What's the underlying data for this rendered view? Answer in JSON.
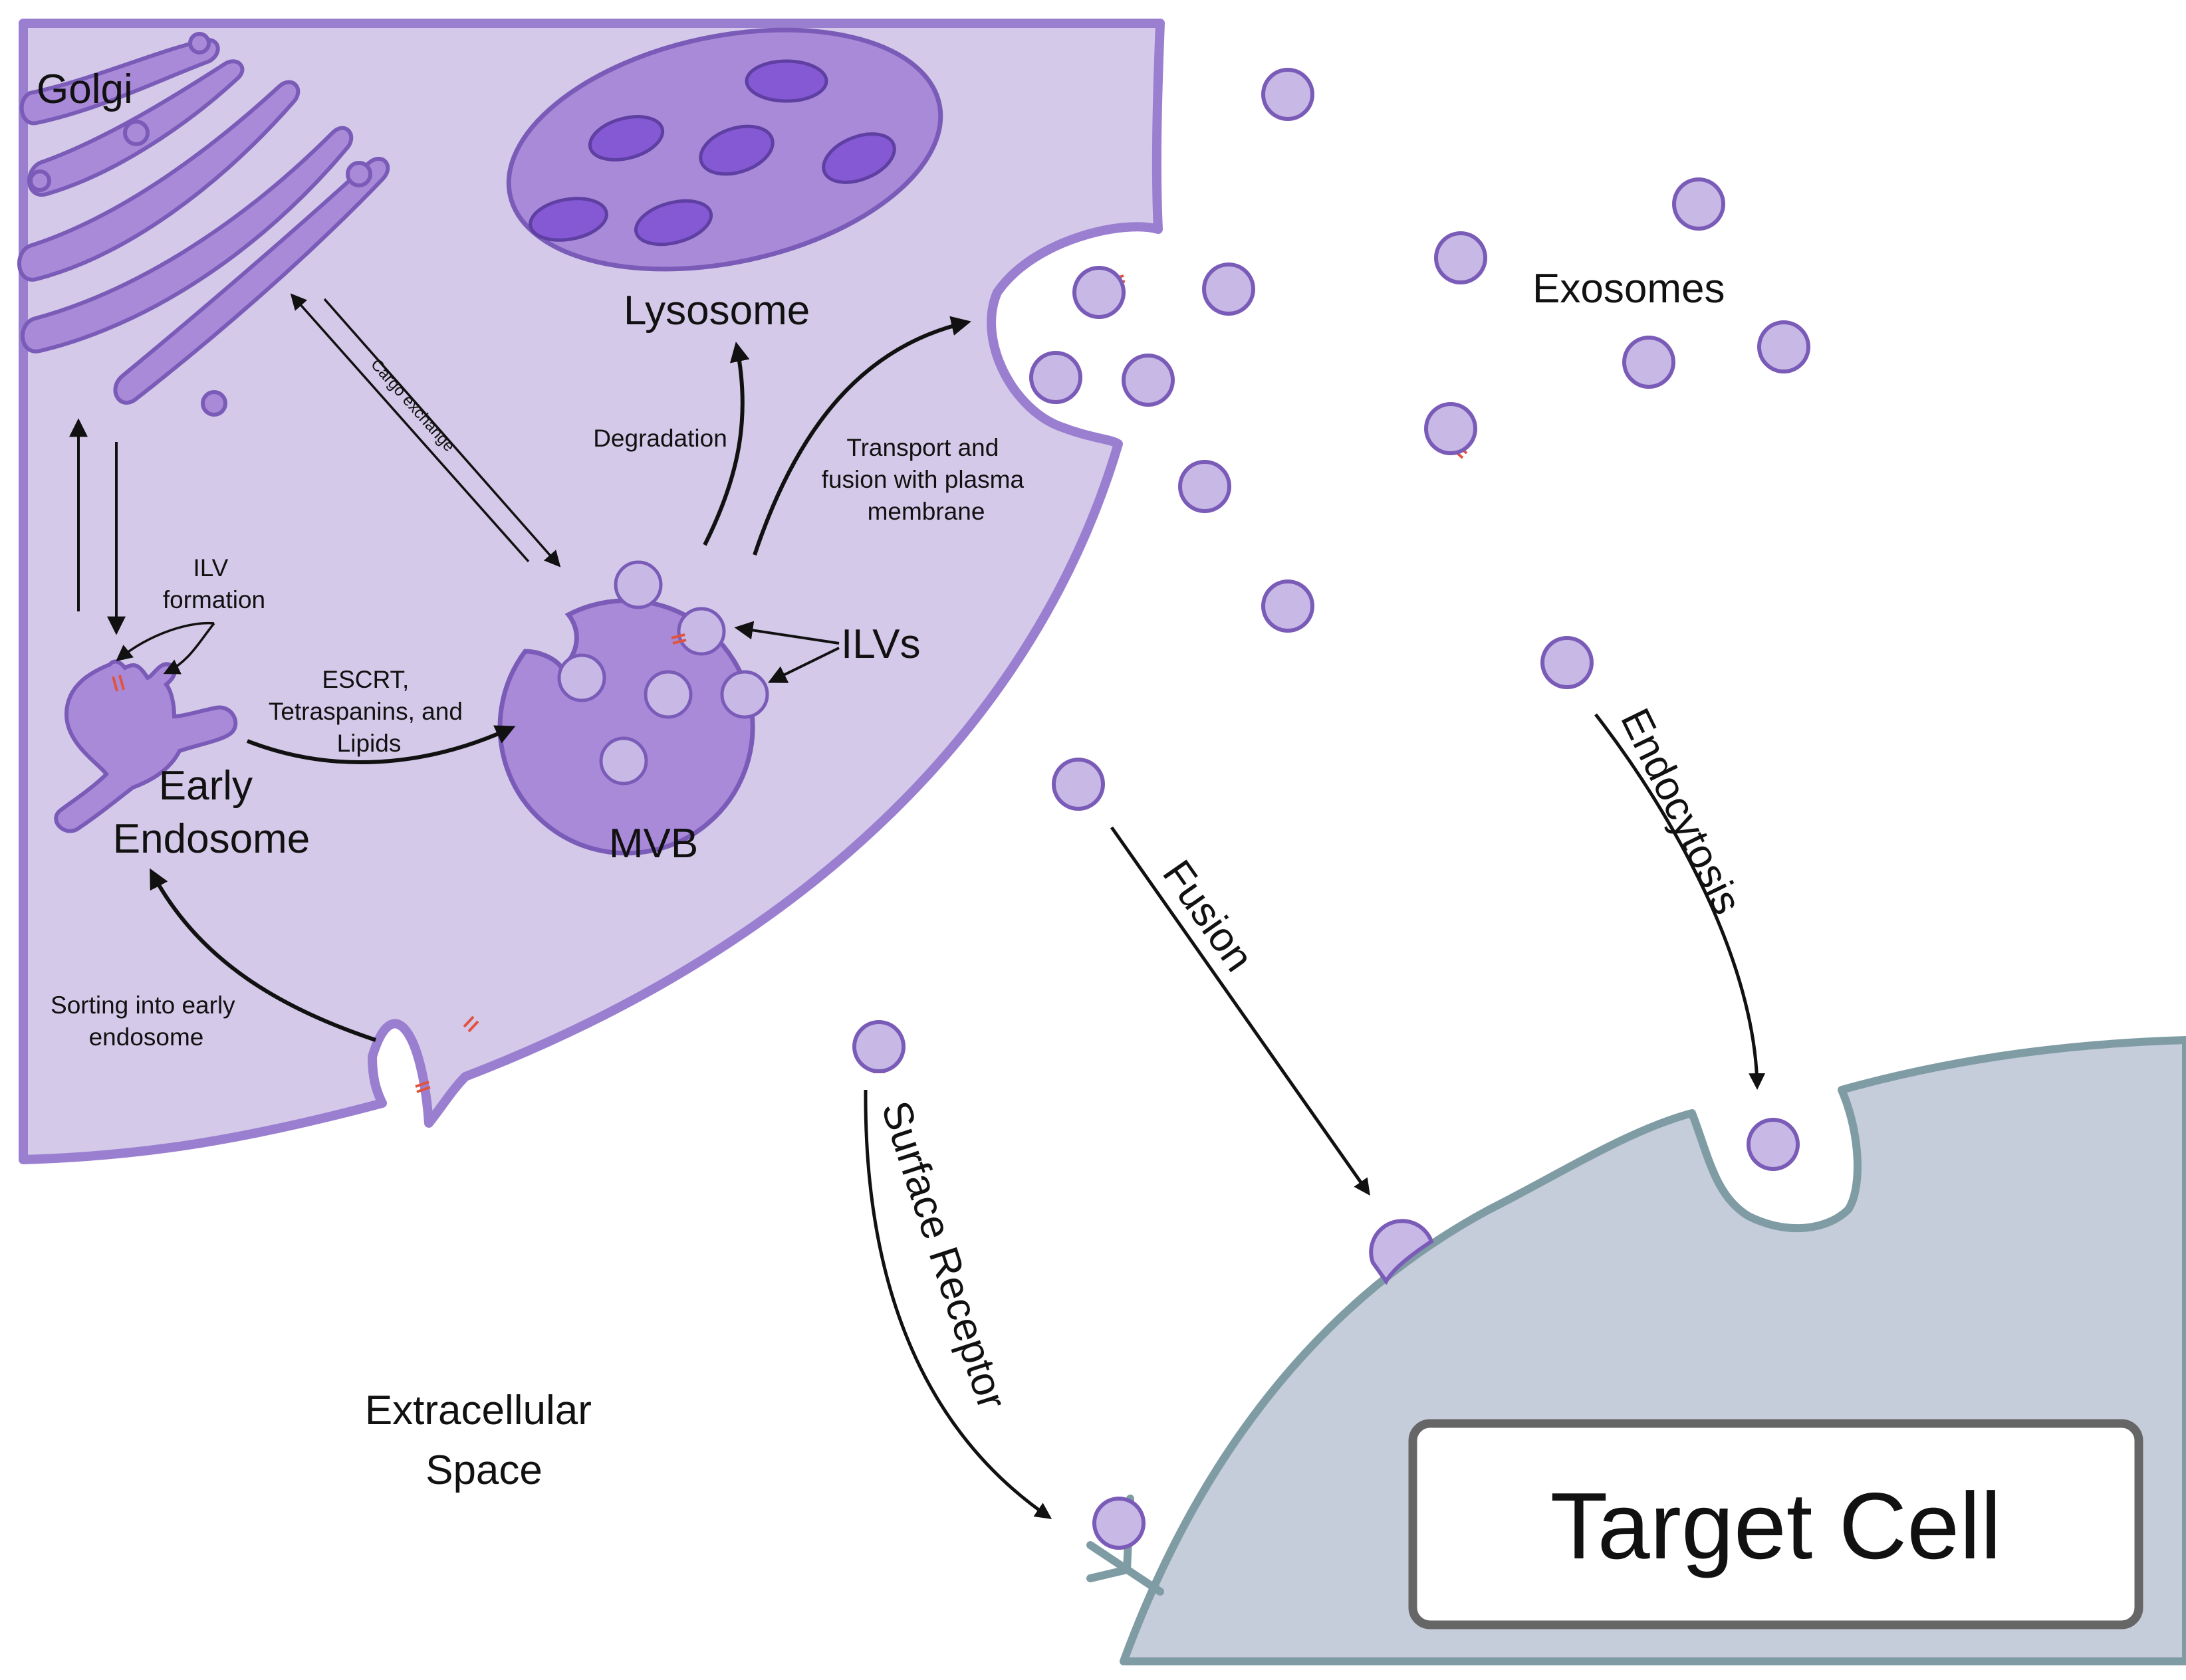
{
  "labels": {
    "golgi": "Golgi",
    "lysosome": "Lysosome",
    "exosomes": "Exosomes",
    "cargo_exchange": "Cargo exchange",
    "degradation": "Degradation",
    "transport": [
      "Transport and",
      "fusion with plasma",
      "membrane"
    ],
    "ilv_formation": [
      "ILV",
      "formation"
    ],
    "ilvs": "ILVs",
    "escrt": [
      "ESCRT,",
      "Tetraspanins, and",
      "Lipids"
    ],
    "early_endosome": [
      "Early",
      "Endosome"
    ],
    "mvb": "MVB",
    "sorting": [
      "Sorting into early",
      "endosome"
    ],
    "fusion": "Fusion",
    "endocytosis": "Endocytosis",
    "surface_receptor": "Surface Receptor",
    "extracellular_space": [
      "Extracellular",
      "Space"
    ],
    "target_cell": "Target Cell"
  },
  "colors": {
    "cell_fill": "#d4c9e8",
    "cell_stroke": "#9a7fd1",
    "organelle_fill": "#a98ad9",
    "organelle_stroke": "#7a5cb8",
    "lysosome_inner": "#8558d4",
    "vesicle_fill": "#c8b8e6",
    "target_fill": "#c5ccda",
    "target_stroke": "#7f9ca4",
    "marker": "#e0543f",
    "arrow": "#111111"
  }
}
